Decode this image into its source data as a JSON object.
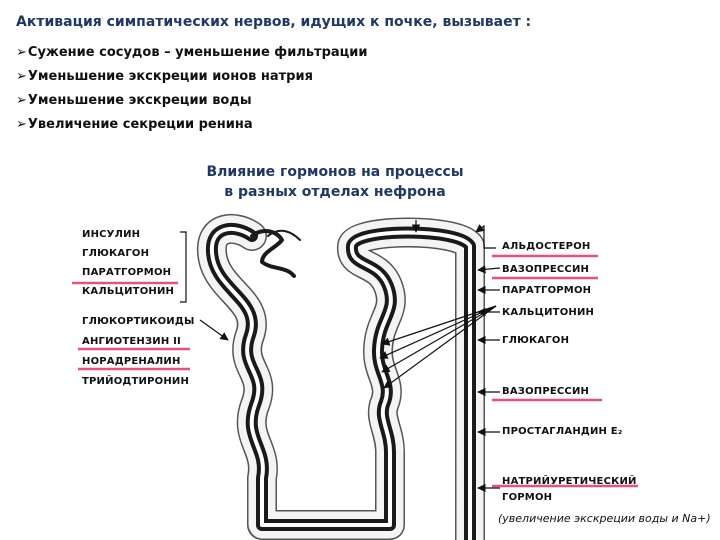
{
  "title": "Активация симпатических нервов, идущих к почке, вызывает :",
  "bullets": [
    "Сужение сосудов – уменьшение фильтрации",
    "Уменьшение экскреции ионов натрия",
    "Уменьшение экскреции воды",
    "Увеличение секреции ренина"
  ],
  "figure": {
    "title_line1": "Влияние гормонов на процессы",
    "title_line2": "в разных отделах нефрона",
    "left_labels": [
      "ИНСУЛИН",
      "ГЛЮКАГОН",
      "ПАРАТГОРМОН",
      "КАЛЬЦИТОНИН",
      "ГЛЮКОРТИКОИДЫ",
      "АНГИОТЕНЗИН II",
      "НОРАДРЕНАЛИН",
      "ТРИЙОДТИРОНИН"
    ],
    "right_labels": [
      "АЛЬДОСТЕРОН",
      "ВАЗОПРЕССИН",
      "ПАРАТГОРМОН",
      "КАЛЬЦИТОНИН",
      "ГЛЮКАГОН",
      "ВАЗОПРЕССИН",
      "ПРОСТАГЛАНДИН E₂",
      "НАТРИЙУРЕТИЧЕСКИЙ",
      "ГОРМОН"
    ],
    "note": "(увеличение экскреции воды и Na+)"
  },
  "colors": {
    "title": "#1f3864",
    "highlight": "#e8517a",
    "tubule": "#1a1a1a"
  }
}
